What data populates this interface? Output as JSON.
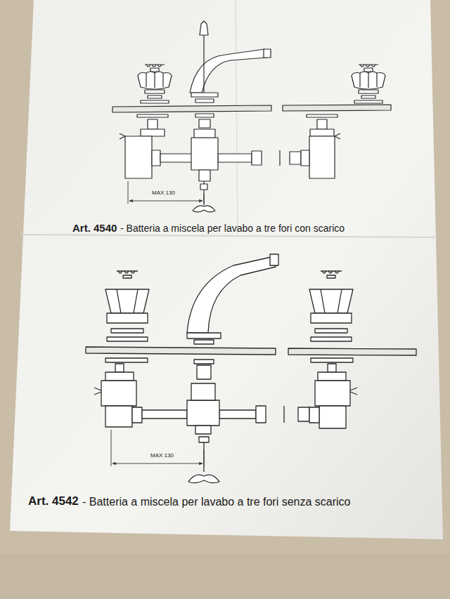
{
  "diagram": {
    "labels": [
      "MAX 130",
      "Art. 4540",
      "- Batteria a miscela per lavabo a tre fori con scarico",
      "MAX 130",
      "Art. 4542",
      "- Batteria a miscela per lavabo a tre fori senza scarico"
    ]
  }
}
